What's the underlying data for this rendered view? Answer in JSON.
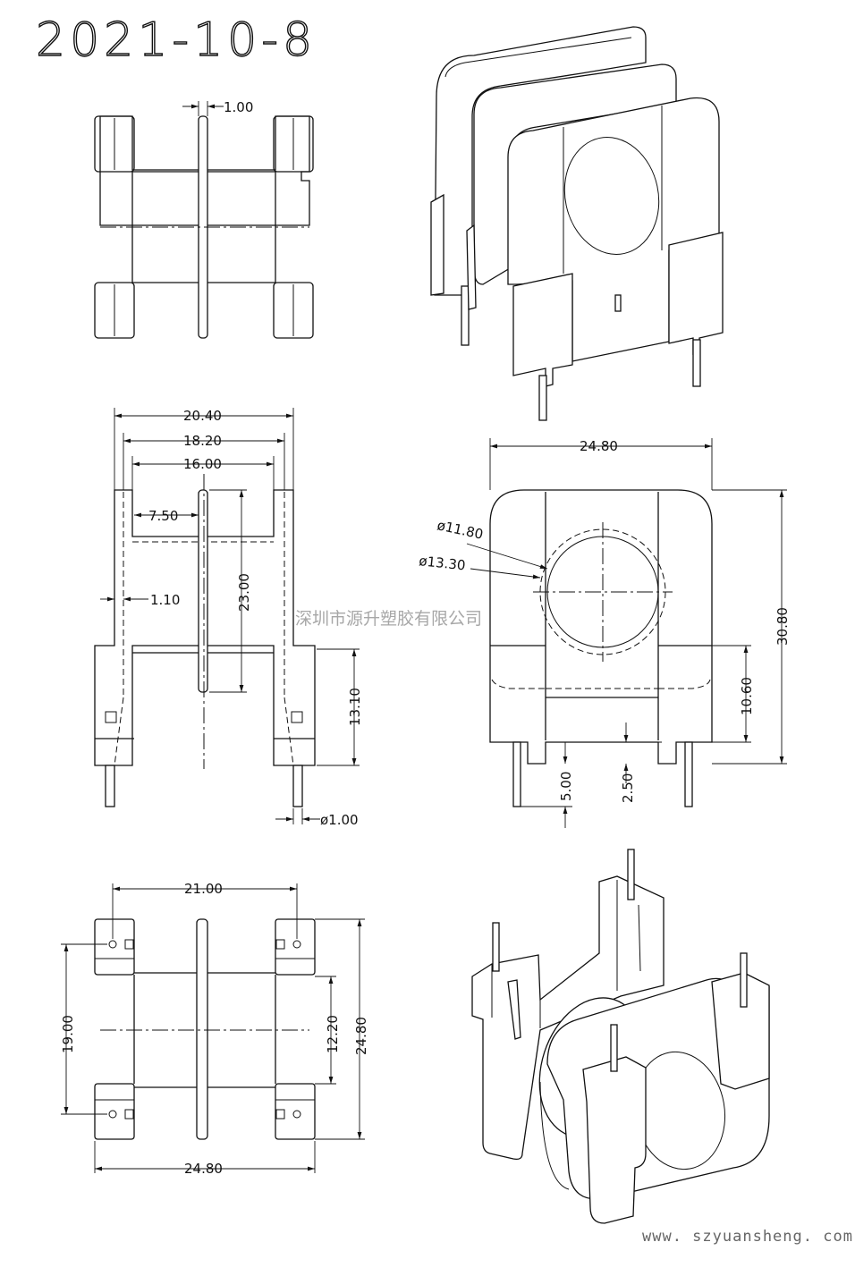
{
  "drawing": {
    "date": "2021-10-8",
    "watermark": "深圳市源升塑胶有限公司",
    "website": "www. szyuansheng. com"
  },
  "dimensions": {
    "flange_thickness": "1.00",
    "overall_width": "20.40",
    "inner_width": "18.20",
    "winding_width": "16.00",
    "half_width": "7.50",
    "wall": "1.10",
    "winding_height": "23.00",
    "pin_height": "13.10",
    "pin_dia": "ø1.00",
    "front_width": "24.80",
    "bore_inner": "ø11.80",
    "bore_outer": "ø13.30",
    "front_height": "30.80",
    "slot_height": "10.60",
    "pin_length": "5.00",
    "standoff": "2.50",
    "pin_pitch_x": "21.00",
    "pin_pitch_y": "19.00",
    "base_inner": "12.20",
    "base_depth": "24.80",
    "base_width": "24.80"
  }
}
